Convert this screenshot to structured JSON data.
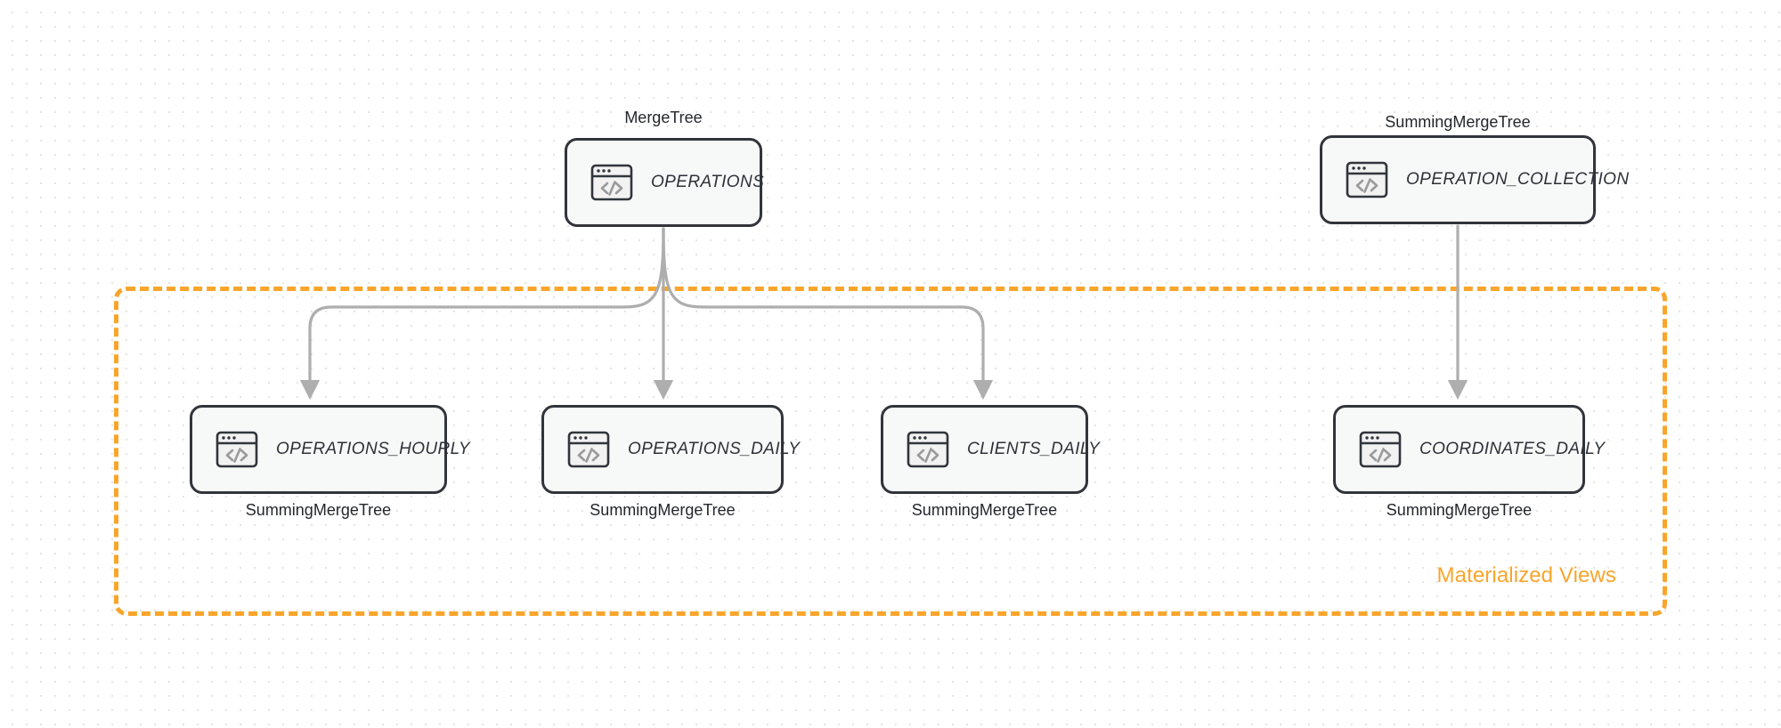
{
  "diagram": {
    "background": "#ffffff",
    "grid_dot_color": "#e6e3e1",
    "node_border_color": "#31353b",
    "node_fill_color": "#f7f8f8",
    "edge_color": "#aeaeae",
    "group_color": "#f9a52b"
  },
  "group": {
    "label": "Materialized Views"
  },
  "nodes": {
    "operations": {
      "label": "OPERATIONS",
      "engine": "MergeTree",
      "icon": "code-window-icon"
    },
    "operation_collection": {
      "label": "OPERATION_COLLECTION",
      "engine": "SummingMergeTree",
      "icon": "code-window-icon"
    },
    "operations_hourly": {
      "label": "OPERATIONS_HOURLY",
      "engine": "SummingMergeTree",
      "icon": "code-window-icon"
    },
    "operations_daily": {
      "label": "OPERATIONS_DAILY",
      "engine": "SummingMergeTree",
      "icon": "code-window-icon"
    },
    "clients_daily": {
      "label": "CLIENTS_DAILY",
      "engine": "SummingMergeTree",
      "icon": "code-window-icon"
    },
    "coordinates_daily": {
      "label": "COORDINATES_DAILY",
      "engine": "SummingMergeTree",
      "icon": "code-window-icon"
    }
  },
  "edges": [
    {
      "from": "operations",
      "to": "operations_hourly"
    },
    {
      "from": "operations",
      "to": "operations_daily"
    },
    {
      "from": "operations",
      "to": "clients_daily"
    },
    {
      "from": "operation_collection",
      "to": "coordinates_daily"
    }
  ]
}
